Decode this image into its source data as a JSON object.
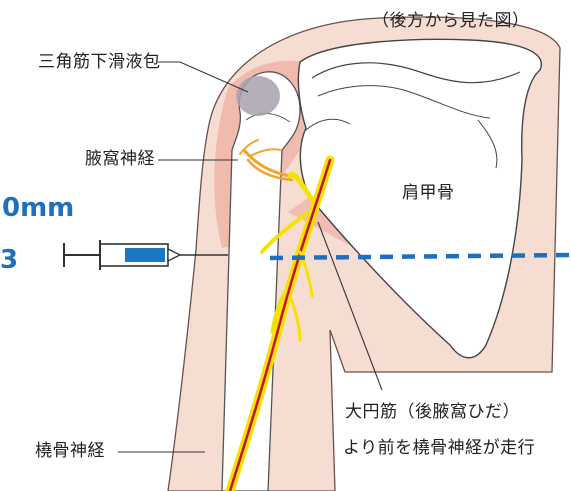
{
  "header": {
    "view_note": "（後方から見た図）"
  },
  "labels": {
    "bursa": "三角筋下滑液包",
    "axillary_nerve": "腋窩神経",
    "scapula": "肩甲骨",
    "teres_major_line1": "大円筋（後腋窩ひだ）",
    "teres_major_line2": "より前を橈骨神経が走行",
    "radial_nerve": "橈骨神経"
  },
  "side_text": {
    "measure": "0mm",
    "fragment": "3"
  },
  "colors": {
    "skin": "#f6ddd2",
    "muscle": "#ec9c8f",
    "bone": "#ffffff",
    "bursa": "#a9a1ad",
    "nerve_yellow": "#f4e200",
    "nerve_red": "#c8102e",
    "axillary": "#f0a431",
    "guide_blue": "#1f6fc1",
    "syringe_blue": "#1a78c2"
  }
}
